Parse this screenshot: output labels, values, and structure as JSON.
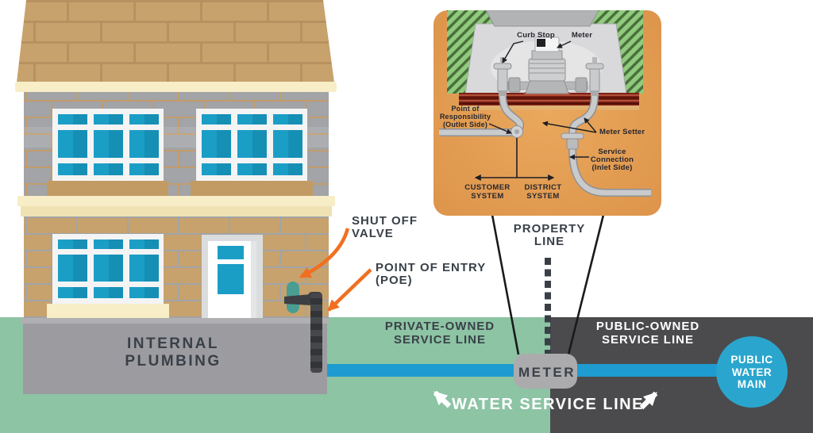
{
  "diagram": {
    "labels": {
      "shut_off_valve": "SHUT OFF\nVALVE",
      "point_of_entry": "POINT OF ENTRY\n(POE)",
      "property_line": "PROPERTY\nLINE",
      "internal_plumbing": "INTERNAL\nPLUMBING",
      "private_service_line": "PRIVATE-OWNED\nSERVICE LINE",
      "public_service_line": "PUBLIC-OWNED\nSERVICE LINE",
      "meter": "METER",
      "public_water_main": "PUBLIC\nWATER\nMAIN",
      "water_service_line": "WATER SERVICE LINE"
    },
    "inset": {
      "curb_stop": "Curb Stop",
      "meter": "Meter",
      "point_of_responsibility": "Point of\nResponsibility\n(Outlet Side)",
      "meter_setter": "Meter Setter",
      "service_connection": "Service\nConnection\n(Inlet Side)",
      "customer_system": "CUSTOMER\nSYSTEM",
      "district_system": "DISTRICT\nSYSTEM"
    },
    "colors": {
      "ground_private": "#8CC4A4",
      "ground_public": "#4B4B4D",
      "pipe_blue": "#1E9CD1",
      "water_main_circle": "#2AA6CE",
      "label_navy": "#3A4048",
      "arrow_orange": "#F16F20",
      "inset_background": "#E19C50",
      "meter_box": "#ABABAD"
    }
  }
}
